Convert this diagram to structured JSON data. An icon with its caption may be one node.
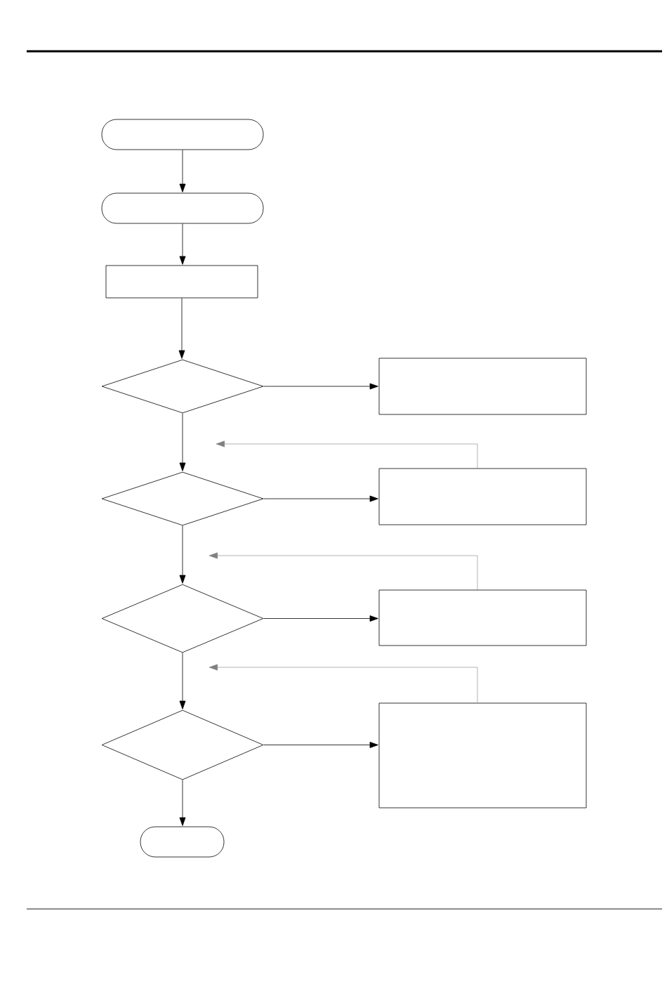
{
  "diagram": {
    "nodes": [
      {
        "text": [],
        "shape": "oval"
      },
      {
        "text": [],
        "shape": "oval"
      },
      {
        "text": [],
        "shape": "box"
      },
      {
        "text": [],
        "shape": "diamond"
      },
      {
        "text": [],
        "shape": "box"
      },
      {
        "text": [],
        "shape": "diamond"
      },
      {
        "text": [],
        "shape": "box"
      },
      {
        "text": [],
        "shape": "diamond"
      },
      {
        "text": [],
        "shape": "box"
      },
      {
        "text": [],
        "shape": "diamond"
      },
      {
        "text": [],
        "shape": "box"
      },
      {
        "text": [],
        "shape": "oval"
      }
    ],
    "edges": [
      {
        "from": 0,
        "to": 1,
        "arrow": "to"
      },
      {
        "from": 1,
        "to": 2,
        "arrow": "to"
      },
      {
        "from": 2,
        "to": 3,
        "arrow": "to"
      },
      {
        "from": 3,
        "to": 4,
        "arrow": "to"
      },
      {
        "from": 3,
        "to": 5,
        "arrow": "to"
      },
      {
        "from": 5,
        "to": 6,
        "arrow": "to"
      },
      {
        "from": 5,
        "to": 7,
        "arrow": "to"
      },
      {
        "from": 7,
        "to": 8,
        "arrow": "to"
      },
      {
        "from": 7,
        "to": 9,
        "arrow": "to"
      },
      {
        "from": 9,
        "to": 10,
        "arrow": "to"
      },
      {
        "from": 9,
        "to": 11,
        "arrow": "to"
      },
      {
        "from": 6,
        "to": null,
        "arrow": "to",
        "color": "#808080"
      },
      {
        "from": 8,
        "to": null,
        "arrow": "to",
        "color": "#808080"
      },
      {
        "from": 10,
        "to": null,
        "arrow": "to",
        "color": "#808080"
      }
    ]
  }
}
